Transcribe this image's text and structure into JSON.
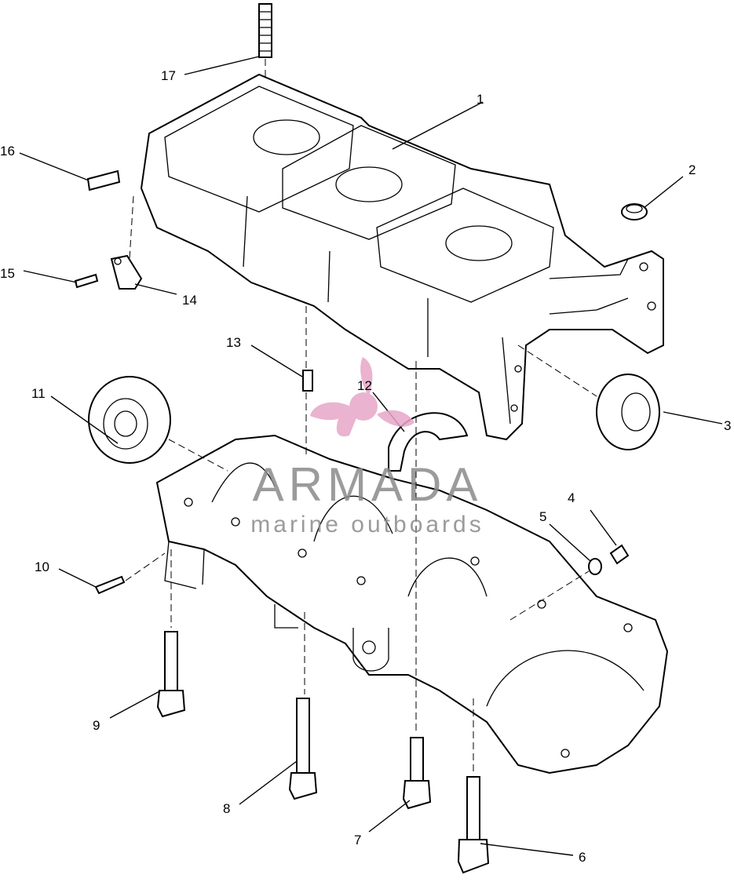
{
  "callouts": [
    "1",
    "2",
    "3",
    "4",
    "5",
    "6",
    "7",
    "8",
    "9",
    "10",
    "11",
    "12",
    "13",
    "14",
    "15",
    "16",
    "17"
  ],
  "watermark": {
    "brand": "ARMADA",
    "tagline": "marine outboards",
    "logo_color": "#e7a6c8",
    "text_color": "#8a8a8a"
  }
}
